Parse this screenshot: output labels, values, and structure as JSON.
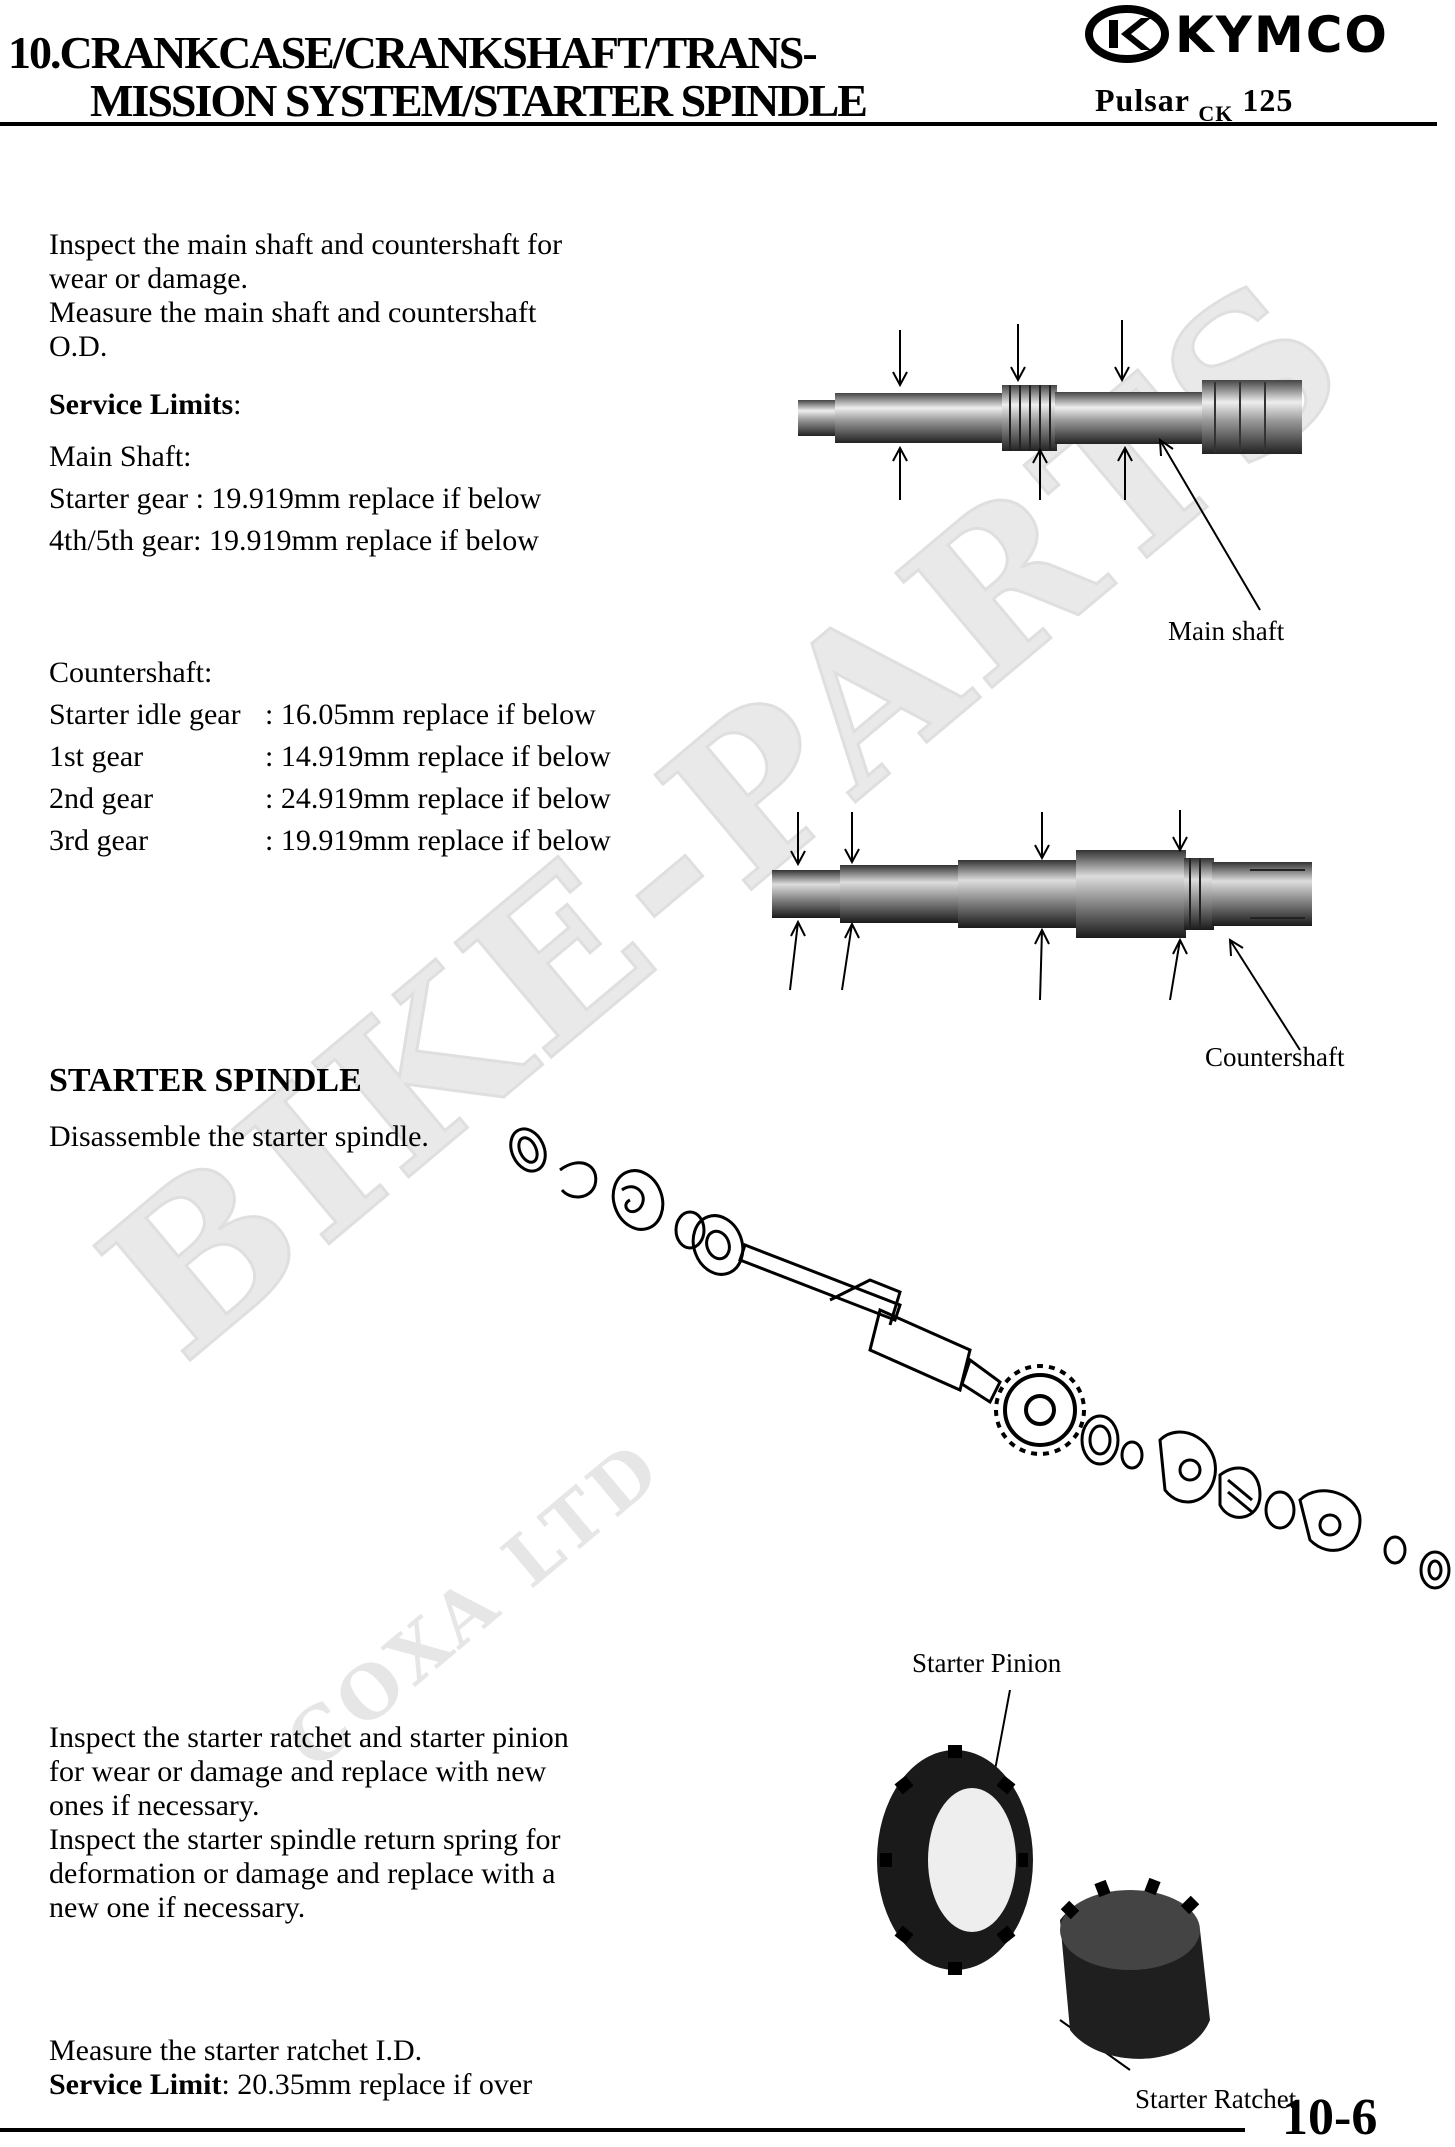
{
  "header": {
    "title_line1": "10.CRANKCASE/CRANKSHAFT/TRANS-",
    "title_line2": "MISSION SYSTEM/STARTER SPINDLE",
    "brand": "KYMCO",
    "model_prefix": "Pulsar",
    "model_sub": "CK",
    "model_suffix": "125"
  },
  "shafts": {
    "intro": [
      "Inspect the main shaft and countershaft for",
      "wear or damage.",
      "Measure the main shaft and countershaft",
      "O.D."
    ],
    "service_limits_label": "Service Limits",
    "service_limits_colon": ":",
    "main_shaft_heading": "Main Shaft:",
    "main_shaft_limits": [
      "Starter gear : 19.919mm replace if below",
      "4th/5th gear: 19.919mm replace if below"
    ],
    "countershaft_heading": "Countershaft:",
    "countershaft_limits": [
      {
        "name": "Starter idle gear",
        "value": ": 16.05mm replace if below"
      },
      {
        "name": "1st gear",
        "value": ": 14.919mm replace if below"
      },
      {
        "name": "2nd gear",
        "value": ": 24.919mm replace if below"
      },
      {
        "name": "3rd gear",
        "value": ": 19.919mm replace if below"
      }
    ],
    "main_shaft_caption": "Main shaft",
    "countershaft_caption": "Countershaft"
  },
  "starter_spindle": {
    "heading": "STARTER SPINDLE",
    "instruction": "Disassemble the starter spindle.",
    "inspect_text": [
      "Inspect the starter ratchet and starter pinion",
      "for wear or damage and replace with new",
      "ones if necessary.",
      "Inspect the starter spindle return spring for",
      "deformation or damage and replace with a",
      "new one if necessary."
    ],
    "measure_text": "Measure the starter ratchet I.D.",
    "limit_label": "Service Limit",
    "limit_value": ": 20.35mm replace if over",
    "pinion_caption": "Starter Pinion",
    "ratchet_caption": "Starter Ratchet"
  },
  "watermark": {
    "line1": "BIKE-PARTS",
    "line2": "COXA LTD"
  },
  "footer": {
    "page_number": "10-6"
  }
}
